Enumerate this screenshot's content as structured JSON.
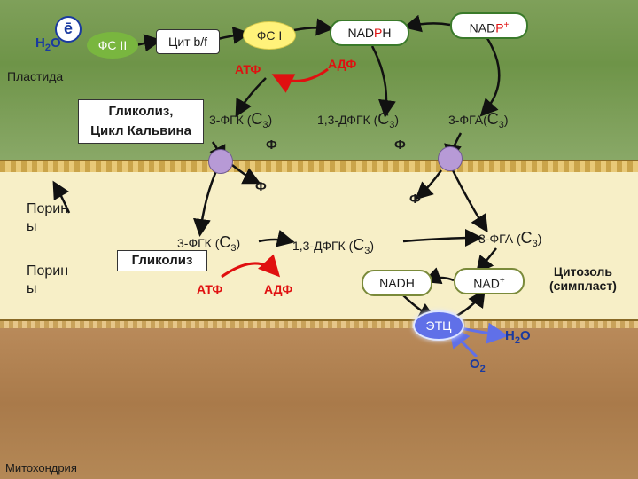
{
  "colors": {
    "plastid_bg": "#7fa05a",
    "cytosol_bg": "#f7efc7",
    "mito_bg": "#b98a5a",
    "arrow_black": "#111111",
    "arrow_red": "#e01010",
    "etc_blue": "#6070e8",
    "porin_purple": "#b79ad6"
  },
  "plastid": {
    "compartment_label": "Пластида",
    "electron": "ē",
    "water": "H",
    "water_sub": "2",
    "water_tail": "O",
    "ps2": "ФС II",
    "cytbf": "Цит b/f",
    "ps1": "ФС I",
    "nadph_prefix": "NAD",
    "nadph_red": "P",
    "nadph_suffix": "H",
    "nadp_prefix": "NAD",
    "nadp_red": "P",
    "nadp_sup": "+",
    "atp": "АТФ",
    "adp": "АДФ",
    "process_line1": "Гликолиз,",
    "process_line2": "Цикл Кальвина",
    "pga": "3-ФГК (",
    "pga_c": "С",
    "pga_sub": "3",
    "pga_close": ")",
    "bpga": "1,3-ДФГК (",
    "bpga_c": "С",
    "bpga_sub": "3",
    "bpga_close": ")",
    "gap": "3-ФГА(",
    "gap_c": "С",
    "gap_sub": "3",
    "gap_close": ")",
    "phi1": "Ф",
    "phi2": "Ф"
  },
  "cytosol": {
    "porin1_line1": "Порин",
    "porin1_line2": "ы",
    "porin2_line1": "Порин",
    "porin2_line2": "ы",
    "phi_left": "Ф",
    "phi_right": "Ф",
    "pga": "3-ФГК (",
    "pga_c": "С",
    "pga_sub": "3",
    "pga_close": ")",
    "glycolysis": "Гликолиз",
    "atp": "АТФ",
    "adp": "АДФ",
    "bpga": "1,3-ДФГК (",
    "bpga_c": "С",
    "bpga_sub": "3",
    "bpga_close": ")",
    "gap": "3-ФГА (",
    "gap_c": "С",
    "gap_sub": "3",
    "gap_close": ")",
    "nadh": "NADH",
    "nad": "NAD",
    "nad_sup": "+",
    "compartment_line1": "Цитозоль",
    "compartment_line2": "(симпласт)"
  },
  "mito": {
    "etc": "ЭТЦ",
    "water": "H",
    "water_sub": "2",
    "water_tail": "O",
    "oxygen": "O",
    "oxygen_sub": "2",
    "compartment_label": "Митохондрия"
  }
}
